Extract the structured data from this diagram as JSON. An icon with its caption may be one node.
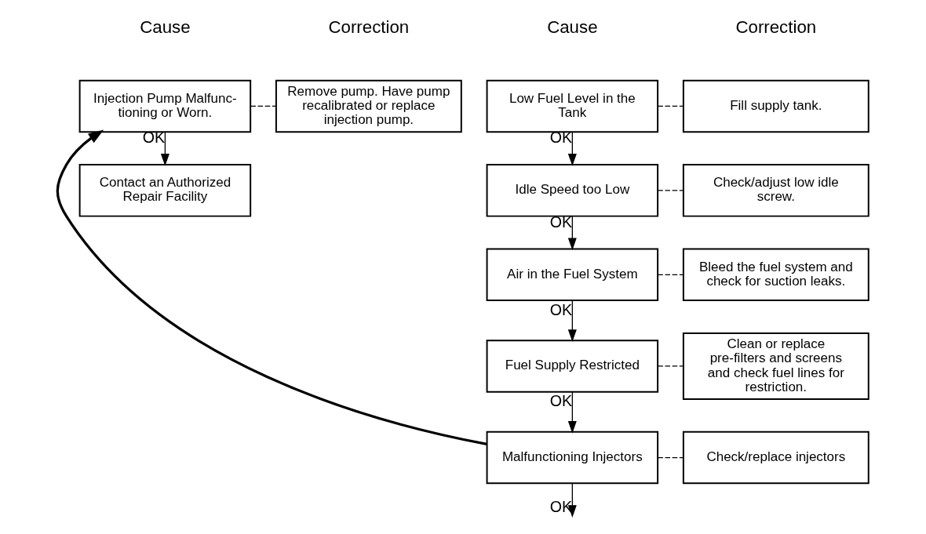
{
  "diagram": {
    "nodes": [
      {
        "text": [
          "Low Fuel Level in the Tank"
        ]
      },
      {
        "text": [
          "Fill supply tank."
        ]
      },
      {
        "text": [
          "Idle Speed too Low"
        ]
      },
      {
        "text": [
          "Check/adjust low idle screw."
        ]
      },
      {
        "text": [
          "Air in the Fuel System"
        ]
      },
      {
        "text": [
          "Bleed the fuel system and check for suction leaks."
        ]
      },
      {
        "text": [
          "Fuel Supply Restricted"
        ]
      },
      {
        "text": [
          "Clean or replace pre-filters and screens and check fuel lines for restriction."
        ]
      },
      {
        "text": [
          "Malfunctioning Injectors"
        ]
      },
      {
        "text": [
          "Check/replace injectors"
        ]
      },
      {
        "text": [
          "Injection Pump Malfunc- tioning or Worn."
        ]
      },
      {
        "text": [
          "Remove pump. Have pump recalibrated or replace injection pump."
        ]
      },
      {
        "text": [
          "Contact an Authorized Repair Facility"
        ]
      }
    ],
    "edges": [
      {
        "from": 0,
        "to": 1,
        "arrow": "none",
        "style": "dashed"
      },
      {
        "from": 0,
        "to": 2,
        "arrow": "to",
        "label": "OK"
      },
      {
        "from": 2,
        "to": 3,
        "arrow": "none",
        "style": "dashed"
      },
      {
        "from": 2,
        "to": 4,
        "arrow": "to",
        "label": "OK"
      },
      {
        "from": 4,
        "to": 5,
        "arrow": "none",
        "style": "dashed"
      },
      {
        "from": 4,
        "to": 6,
        "arrow": "to",
        "label": "OK"
      },
      {
        "from": 6,
        "to": 7,
        "arrow": "none",
        "style": "dashed"
      },
      {
        "from": 6,
        "to": 8,
        "arrow": "to",
        "label": "OK"
      },
      {
        "from": 8,
        "to": 9,
        "arrow": "none",
        "style": "dashed"
      },
      {
        "from": 8,
        "to": null,
        "arrow": "to",
        "label": "OK"
      },
      {
        "from": 8,
        "to": 10,
        "arrow": "to",
        "style": "thick"
      },
      {
        "from": 10,
        "to": 11,
        "arrow": "none",
        "style": "dashed"
      },
      {
        "from": 10,
        "to": 12,
        "arrow": "to",
        "label": "OK"
      }
    ],
    "labels": [
      "Cause",
      "Correction",
      "Cause",
      "Correction"
    ]
  }
}
